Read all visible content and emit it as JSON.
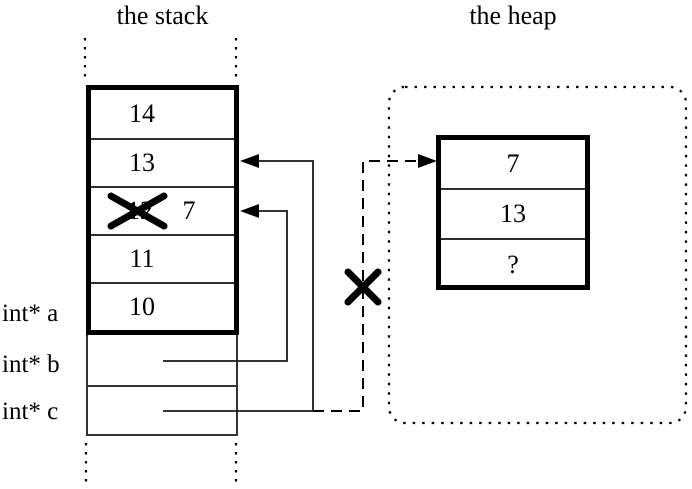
{
  "diagram": {
    "stack_title": "the stack",
    "heap_title": "the heap",
    "stack_cells": [
      {
        "value": "14"
      },
      {
        "value": "13"
      },
      {
        "value": "12",
        "new_value": "7",
        "crossed_out": true
      },
      {
        "value": "11"
      },
      {
        "value": "10"
      }
    ],
    "pointer_labels": [
      {
        "label": "int* a"
      },
      {
        "label": "int* b"
      },
      {
        "label": "int* c"
      }
    ],
    "heap_cells": [
      {
        "value": "7"
      },
      {
        "value": "13"
      },
      {
        "value": "?"
      }
    ],
    "colors": {
      "line": "#000000",
      "thin_line": "#2e2e2e",
      "background": "#ffffff"
    }
  }
}
